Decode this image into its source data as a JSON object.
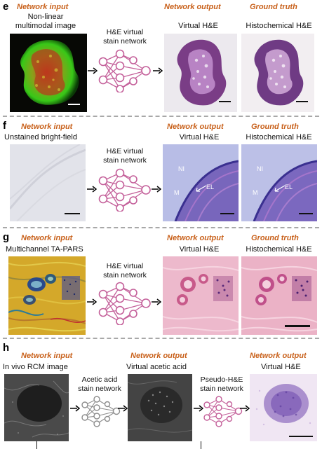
{
  "panel_e": {
    "label": "e",
    "input_header": "Network input",
    "input_subtitle_line1": "Non-linear",
    "input_subtitle_line2": "multimodal image",
    "network_label_line1": "H&E virtual",
    "network_label_line2": "stain network",
    "output_header": "Network output",
    "output_subtitle": "Virtual H&E",
    "truth_header": "Ground truth",
    "truth_subtitle": "Histochemical H&E"
  },
  "panel_f": {
    "label": "f",
    "input_header": "Network input",
    "input_subtitle": "Unstained bright-field",
    "network_label_line1": "H&E virtual",
    "network_label_line2": "stain network",
    "output_header": "Network output",
    "output_subtitle": "Virtual H&E",
    "truth_header": "Ground truth",
    "truth_subtitle": "Histochemical H&E",
    "annotations": {
      "ni": "NI",
      "el": "EL",
      "m": "M"
    }
  },
  "panel_g": {
    "label": "g",
    "input_header": "Network input",
    "input_subtitle": "Multichannel TA-PARS",
    "network_label_line1": "H&E virtual",
    "network_label_line2": "stain network",
    "output_header": "Network output",
    "output_subtitle": "Virtual H&E",
    "truth_header": "Ground truth",
    "truth_subtitle": "Histochemical H&E"
  },
  "panel_h": {
    "label": "h",
    "input_header": "Network input",
    "input_subtitle": "In vivo RCM image",
    "network1_label_line1": "Acetic acid",
    "network1_label_line2": "stain network",
    "output1_header": "Network output",
    "output1_subtitle": "Virtual acetic acid",
    "network2_label_line1": "Pseudo-H&E",
    "network2_label_line2": "stain network",
    "output2_header": "Network output",
    "output2_subtitle": "Virtual H&E"
  },
  "colors": {
    "header_orange": "#c8601a",
    "network_pink": "#c4609a",
    "network_gray": "#8c8c8c",
    "divider_gray": "#a8a8a8"
  }
}
